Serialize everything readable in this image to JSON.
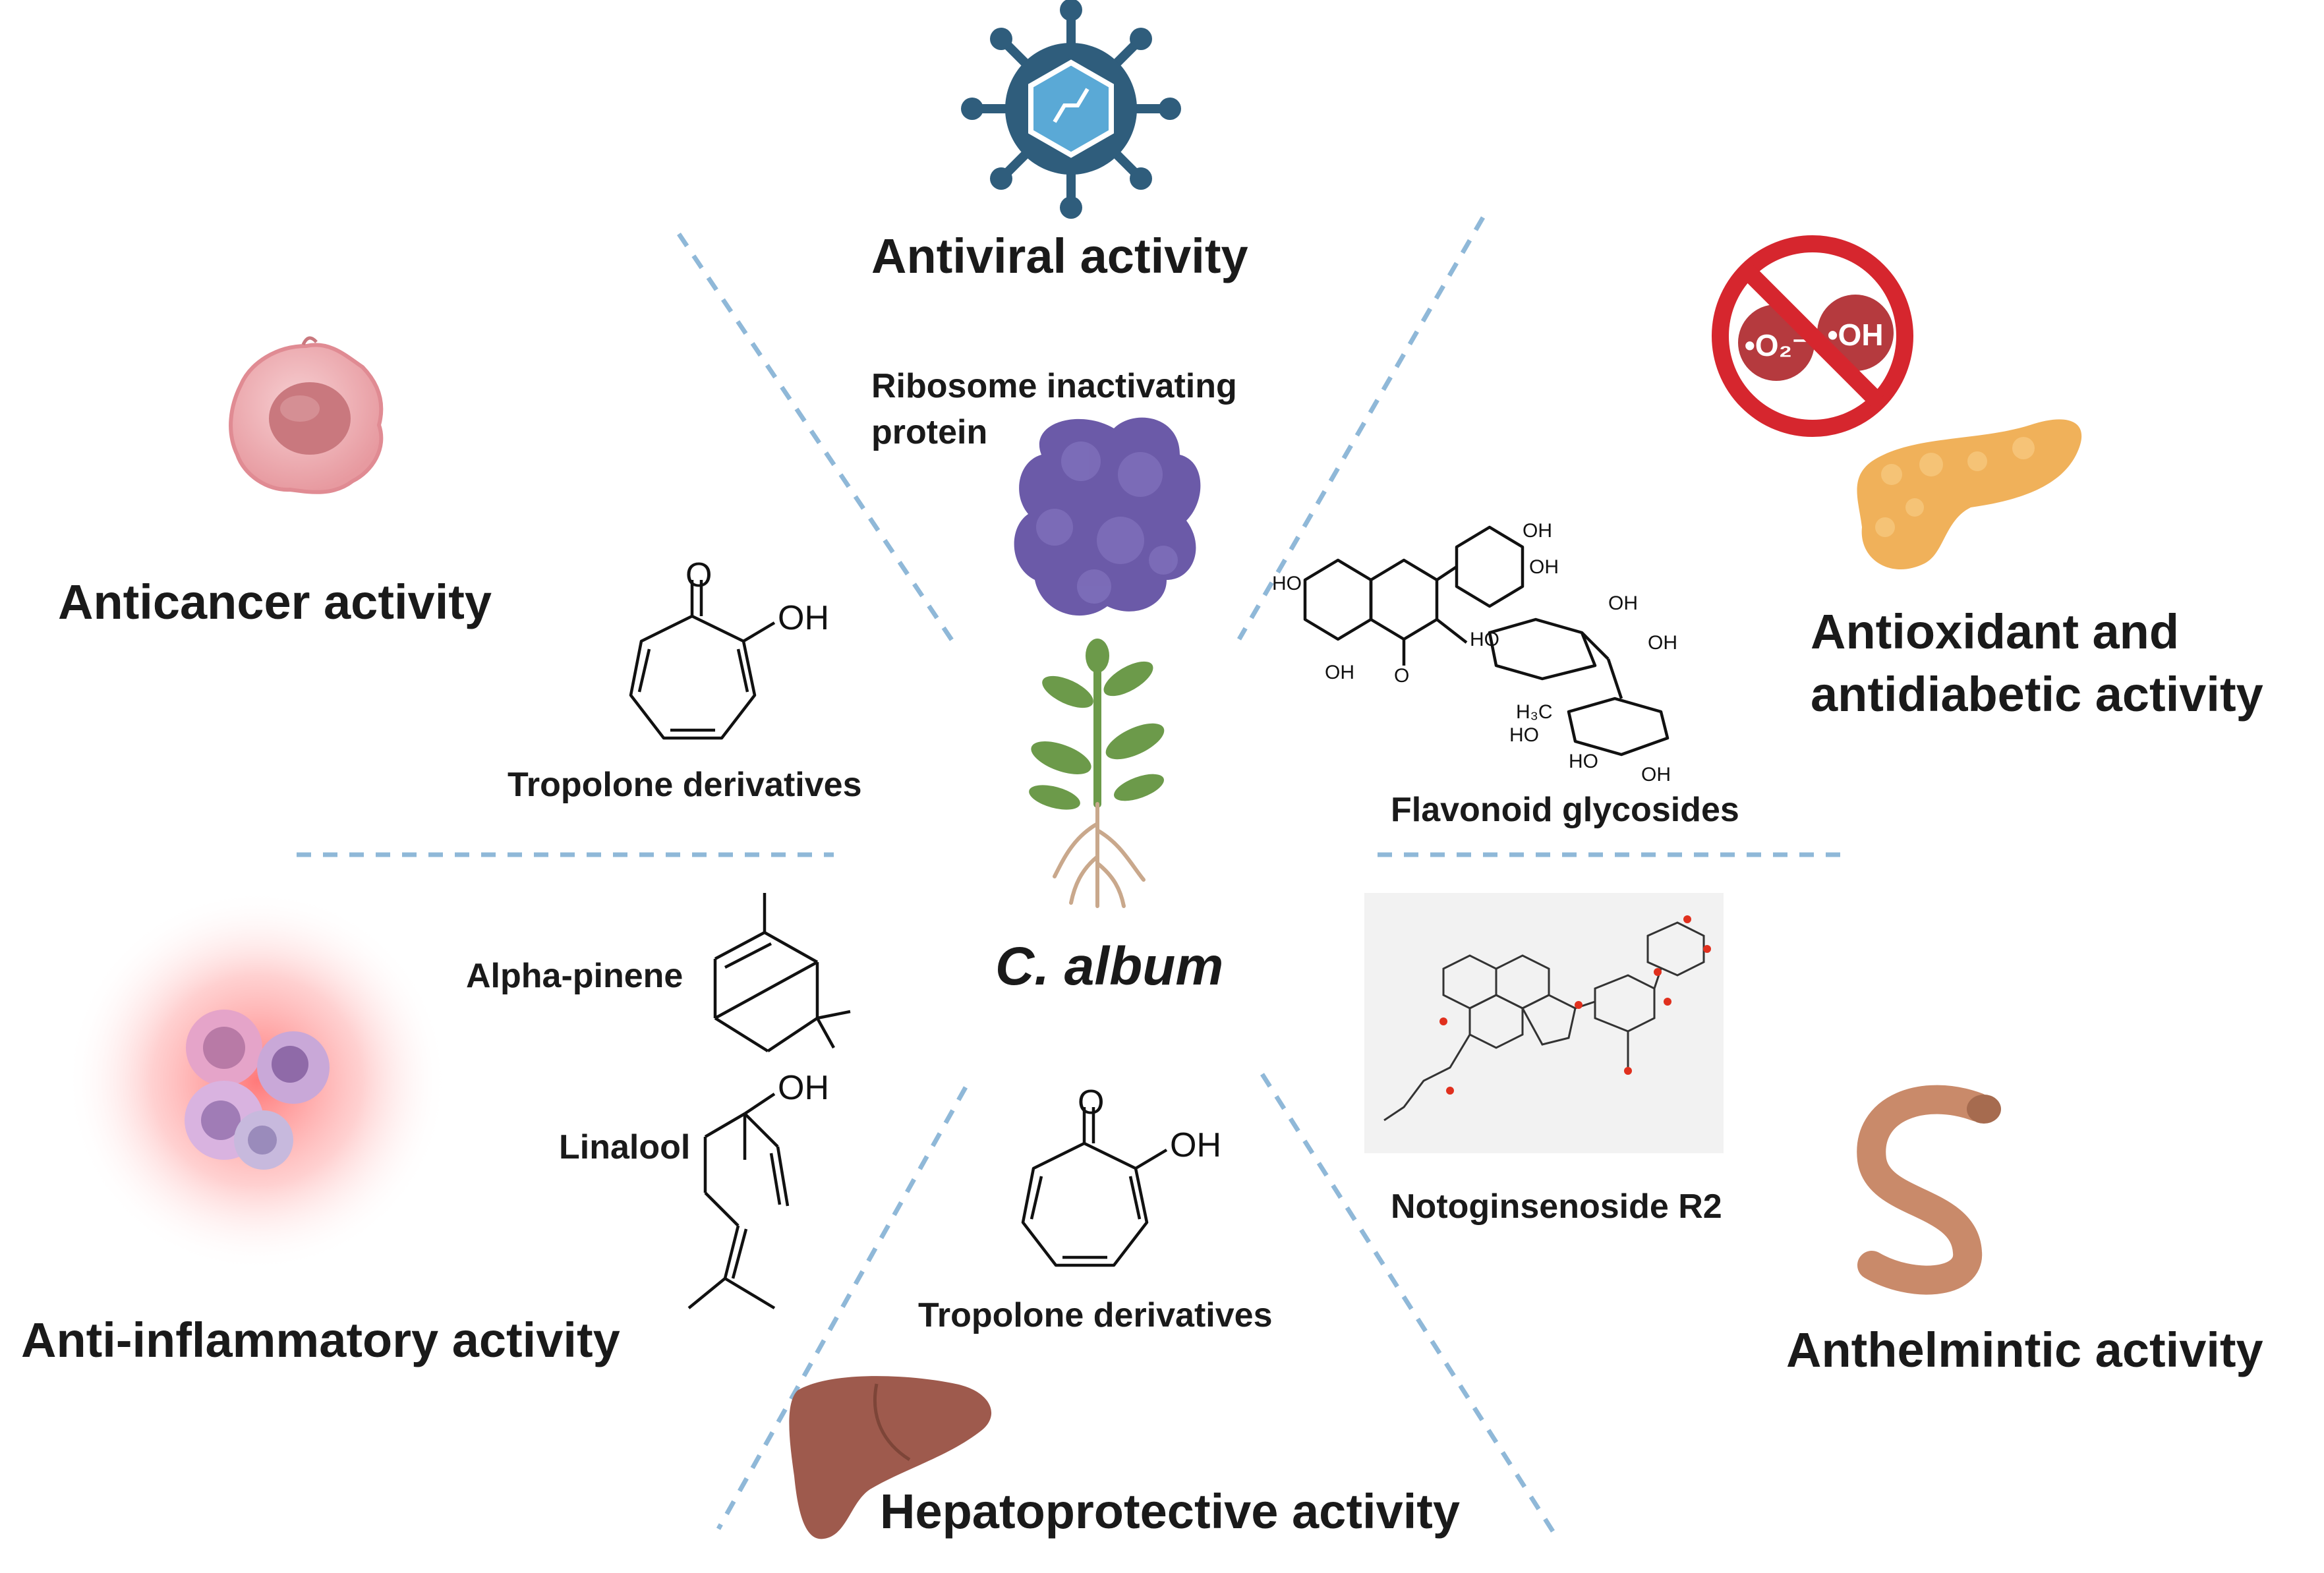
{
  "center_label": "C. album",
  "activities": {
    "antiviral": "Antiviral activity",
    "anticancer": "Anticancer activity",
    "antioxidant_line1": "Antioxidant and",
    "antioxidant_line2": "antidiabetic activity",
    "anti_inflammatory": "Anti-inflammatory activity",
    "anthelmintic": "Anthelmintic activity",
    "hepatoprotective": "Hepatoprotective activity"
  },
  "compounds": {
    "ribosome_line1": "Ribosome inactivating",
    "ribosome_line2": "protein",
    "tropolone_upper": "Tropolone derivatives",
    "flavonoid": "Flavonoid glycosides",
    "alpha_pinene": "Alpha-pinene",
    "linalool": "Linalool",
    "tropolone_lower": "Tropolone derivatives",
    "notoginsenoside": "Notoginsenoside R2"
  },
  "chem_labels": {
    "O": "O",
    "OH": "OH",
    "HO": "HO",
    "H3C": "H₃C",
    "superoxide": "•O₂⁻",
    "hydroxyl": "•OH"
  },
  "colors": {
    "divider": "#8fb8d8",
    "virus": "#2f5d7c",
    "virus_core": "#5aa9d6",
    "protein": "#6b5aa8",
    "cell": "#f0b0b4",
    "nucleus": "#c9787e",
    "no_sign": "#d6262e",
    "radical": "#b53a3e",
    "pancreas": "#f0b15a",
    "liver": "#9e5a4d",
    "worm": "#c98a6a",
    "plant_leaf": "#6c9a4a",
    "root": "#c9a88c",
    "inflammation": "#ff4d4d"
  },
  "icons": [
    "virus-icon",
    "protein-icon",
    "cancer-cell-icon",
    "no-radicals-icon",
    "pancreas-icon",
    "plant-icon",
    "immune-cells-icon",
    "worm-icon",
    "liver-icon"
  ]
}
